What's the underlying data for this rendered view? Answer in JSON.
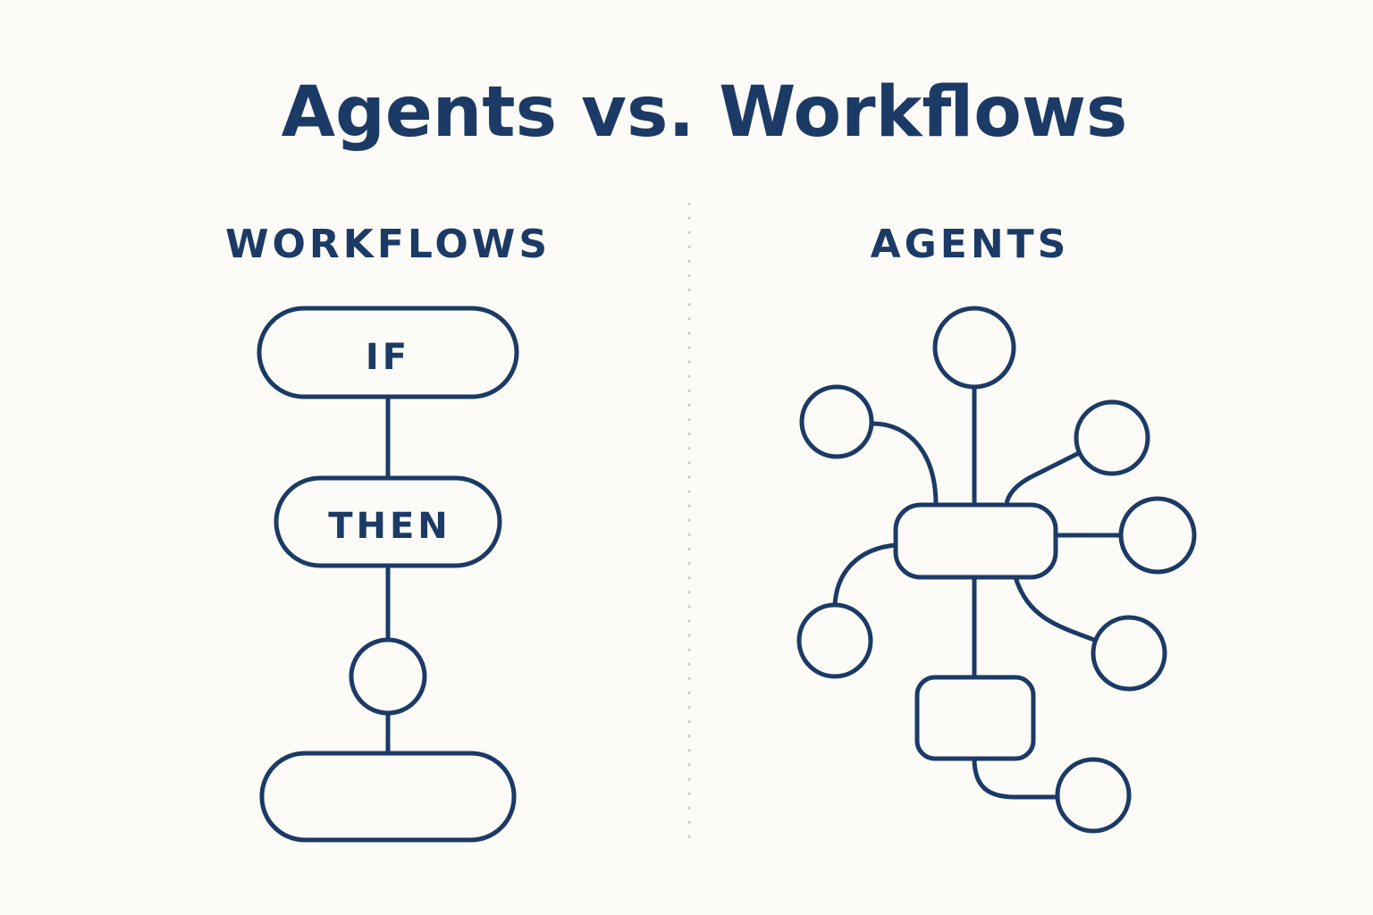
{
  "title": "Agents vs. Workflows",
  "workflows": {
    "heading": "WORKFLOWS",
    "steps": [
      "IF",
      "THEN"
    ]
  },
  "agents": {
    "heading": "AGENTS"
  },
  "colors": {
    "ink": "#1b3a66",
    "background": "#fcfbf7",
    "divider": "#c8c8c8"
  }
}
